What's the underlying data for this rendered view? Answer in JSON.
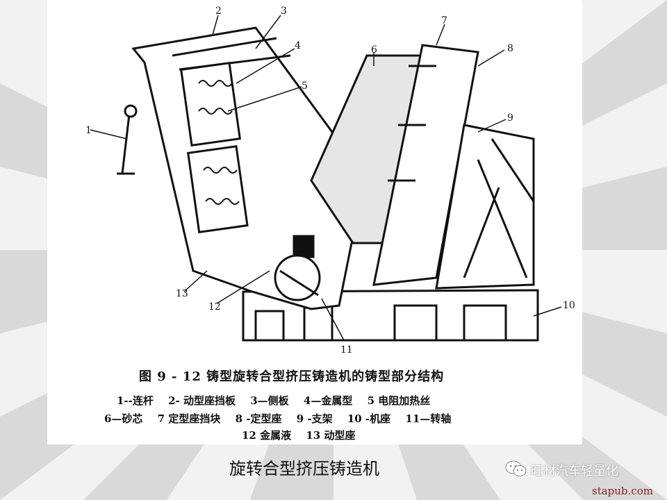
{
  "figure": {
    "caption": "图 9 - 12   铸型旋转合型挤压铸造机的铸型部分结构",
    "legend_rows": [
      [
        "1--连杆",
        "2- 动型座挡板",
        "3—侧板",
        "4—金属型",
        "5   电阻加热丝"
      ],
      [
        "6—砂芯",
        "7   定型座挡块",
        "8 -定型座",
        "9 -支架",
        "10 -机座",
        "11—转轴"
      ],
      [
        "12  金属液",
        "13 动型座"
      ]
    ],
    "callouts": [
      "1",
      "2",
      "3",
      "4",
      "5",
      "6",
      "7",
      "8",
      "9",
      "10",
      "11",
      "12",
      "13"
    ]
  },
  "slide_title": "旋转合型挤压铸造机",
  "watermark": "旺材汽车轻量化",
  "site": "stapub.com",
  "colors": {
    "background": "#d9d9d9",
    "panel": "#ffffff",
    "ink": "#111111",
    "site": "#8a1c1c"
  }
}
